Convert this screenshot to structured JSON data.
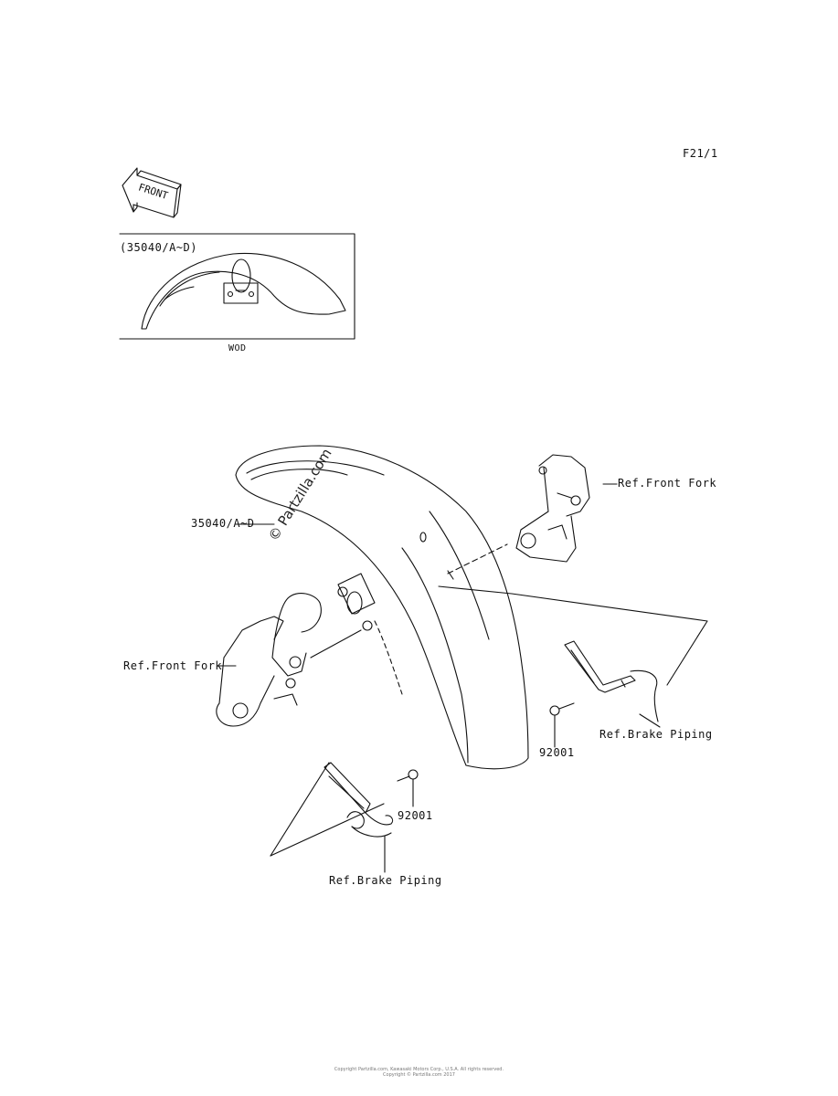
{
  "figure_code": "F21/1",
  "front_arrow": {
    "text": "FRONT"
  },
  "inset": {
    "part_label": "(35040/A~D)",
    "caption": "WOD"
  },
  "callouts": {
    "fender": "35040/A~D",
    "front_fork_right": "Ref.Front Fork",
    "front_fork_left": "Ref.Front Fork",
    "brake_piping_right": "Ref.Brake Piping",
    "brake_piping_left": "Ref.Brake Piping",
    "bolt_right": "92001",
    "bolt_left": "92001"
  },
  "watermark": "© Partzilla.com",
  "footer": {
    "line1": "Copyright Partzilla.com, Kawasaki Motors Corp., U.S.A. All rights reserved.",
    "line2": "Copyright © Partzilla.com 2017"
  },
  "colors": {
    "line": "#111111",
    "background": "#ffffff"
  }
}
